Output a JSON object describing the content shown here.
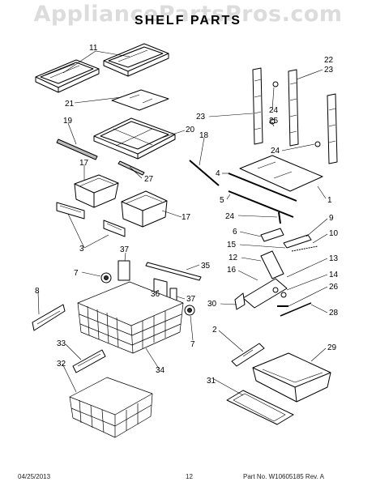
{
  "watermark": "AppliancePartsPros.com",
  "title": "SHELF PARTS",
  "callouts": [
    "11",
    "21",
    "19",
    "20",
    "18",
    "27",
    "17",
    "17",
    "3",
    "37",
    "35",
    "7",
    "36",
    "37",
    "8",
    "7",
    "34",
    "33",
    "32",
    "2",
    "29",
    "31",
    "22",
    "23",
    "23",
    "24",
    "25",
    "24",
    "4",
    "1",
    "5",
    "24",
    "6",
    "9",
    "15",
    "10",
    "12",
    "13",
    "16",
    "14",
    "30",
    "26",
    "28"
  ],
  "footer": {
    "date": "04/25/2013",
    "page": "12",
    "part": "Part No. W10605185  Rev. A"
  }
}
